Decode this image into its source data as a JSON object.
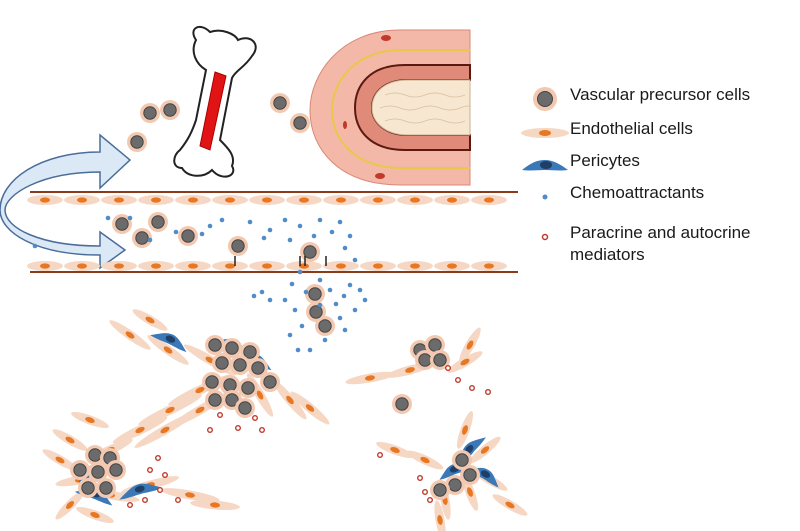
{
  "legend": {
    "items": [
      {
        "id": "vascular-precursor",
        "label": "Vascular precursor cells",
        "icon": "vascular-precursor-cell-icon"
      },
      {
        "id": "endothelial",
        "label": "Endothelial cells",
        "icon": "endothelial-cell-icon"
      },
      {
        "id": "pericytes",
        "label": "Pericytes",
        "icon": "pericyte-icon"
      },
      {
        "id": "chemoattractants",
        "label": "Chemoattractants",
        "icon": "chemoattractant-dot-icon"
      },
      {
        "id": "paracrine",
        "label": "Paracrine and autocrine mediators",
        "icon": "paracrine-mediator-dot-icon"
      }
    ]
  },
  "colors": {
    "cell_outer": "#f3c8b0",
    "cell_nucleus": "#6b6b6b",
    "endothelial_body": "#f6d7c3",
    "endothelial_nucleus": "#e87722",
    "pericyte": "#3a78b8",
    "chemoattractant": "#4f8cc9",
    "paracrine": "#c0392b",
    "vessel_line": "#8b3a1a",
    "arrow_fill": "#dbe8f5",
    "arrow_stroke": "#4a6d9a",
    "bone": "#ffffff",
    "marrow": "#e01414",
    "artery_wall": "#e89a8a"
  }
}
